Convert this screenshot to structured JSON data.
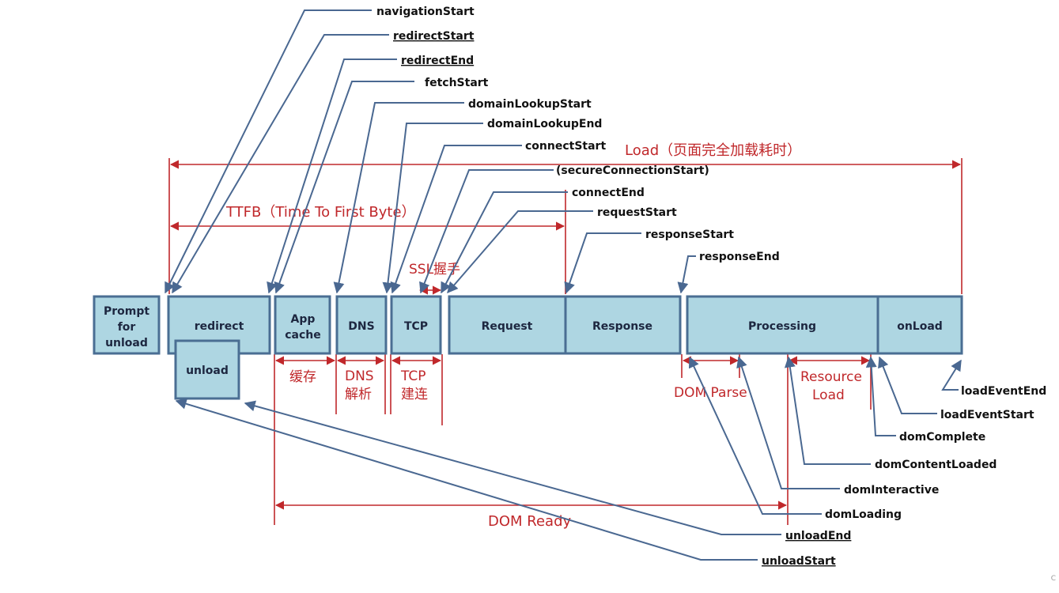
{
  "labels": {
    "navigation_start": "navigationStart",
    "redirect_start": "redirectStart",
    "redirect_end": "redirectEnd",
    "fetch_start": "fetchStart",
    "domain_lookup_start": "domainLookupStart",
    "domain_lookup_end": "domainLookupEnd",
    "connect_start": "connectStart",
    "secure_connection_start": "(secureConnectionStart)",
    "connect_end": "connectEnd",
    "request_start": "requestStart",
    "response_start": "responseStart",
    "response_end": "responseEnd",
    "load_event_end": "loadEventEnd",
    "load_event_start": "loadEventStart",
    "dom_complete": "domComplete",
    "dom_content_loaded": "domContentLoaded",
    "dom_interactive": "domInteractive",
    "dom_loading": "domLoading",
    "unload_end": "unloadEnd",
    "unload_start": "unloadStart"
  },
  "boxes": {
    "prompt_line1": "Prompt",
    "prompt_line2": "for",
    "prompt_line3": "unload",
    "redirect": "redirect",
    "unload": "unload",
    "appcache_line1": "App",
    "appcache_line2": "cache",
    "dns": "DNS",
    "tcp": "TCP",
    "request": "Request",
    "response": "Response",
    "processing": "Processing",
    "onload": "onLoad"
  },
  "spans": {
    "load": "Load（页面完全加载耗时）",
    "ttfb": "TTFB（Time To First Byte）",
    "ssl": "SSL握手",
    "cache": "缓存",
    "dns_line1": "DNS",
    "dns_line2": "解析",
    "tcp_line1": "TCP",
    "tcp_line2": "建连",
    "dom_parse": "DOM Parse",
    "resource_line1": "Resource",
    "resource_line2": "Load",
    "dom_ready": "DOM Ready"
  },
  "colors": {
    "box_fill": "#aed6e2",
    "box_border": "#4a6e93",
    "event_line": "#4a6891",
    "span_red": "#c0282b"
  },
  "corner_mark": "C"
}
